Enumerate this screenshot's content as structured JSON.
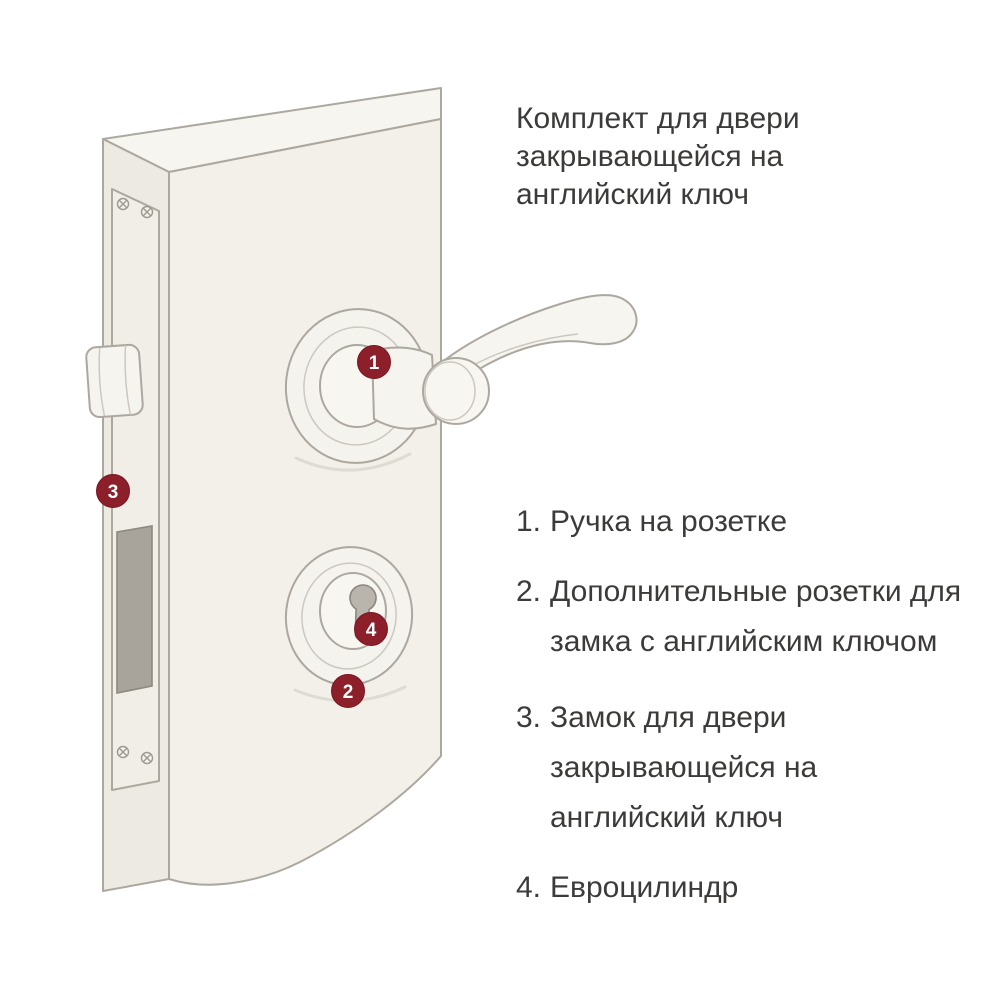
{
  "title": {
    "line1": "Комплект для двери",
    "line2": "закрывающейся на",
    "line3": "английский ключ"
  },
  "legend": [
    {
      "num": "1.",
      "line1": "Ручка на розетке"
    },
    {
      "num": "2.",
      "line1": "Дополнительные розетки для",
      "line2": "замка с английским ключом"
    },
    {
      "num": "3.",
      "line1": "Замок для двери",
      "line2": "закрывающейся на",
      "line3": "английский ключ"
    },
    {
      "num": "4.",
      "line1": "Евроцилиндр"
    }
  ],
  "callouts": {
    "handle_on_rosette": "1",
    "extra_rosette": "2",
    "mortise_lock": "3",
    "euro_cylinder": "4"
  },
  "colors": {
    "badge": "#8C1F2A",
    "badge-edge": "#771722",
    "text": "#3C3B39",
    "outline": "#ACA89F",
    "outline-light": "#CCC8C0",
    "door-face": "#F2F0E9",
    "door-top": "#F7F5F0",
    "door-edge": "#ECEAE3",
    "plate": "#F0EEE7",
    "metal": "#B9B5AD",
    "slot": "#A8A49C",
    "shadow": "#DEDBD3"
  }
}
